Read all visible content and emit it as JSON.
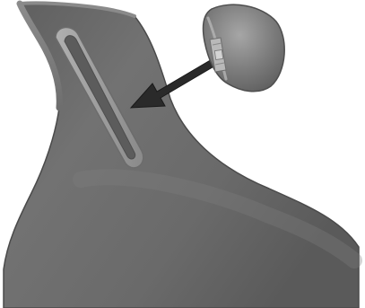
{
  "illustration": {
    "subject": "headrest-attachment-diagram",
    "parts": {
      "seat_back": "seat-back-shell",
      "mounting_slot": "headrest-mounting-slot",
      "headrest": "headrest-pad",
      "connector": "headrest-connector-tab",
      "arrow": "insertion-direction-arrow"
    },
    "colors": {
      "background": "#ffffff",
      "seat_back": "#6b6b6b",
      "seat_back_highlight": "#8a8a8a",
      "seat_back_edge": "#4a4a4a",
      "slot_rim": "#9c9c9c",
      "slot_inner": "#5c5c5c",
      "headrest": "#7a7a7a",
      "headrest_highlight": "#a2a2a2",
      "connector": "#b9b9b9",
      "arrow": "#2a2a2a"
    }
  }
}
